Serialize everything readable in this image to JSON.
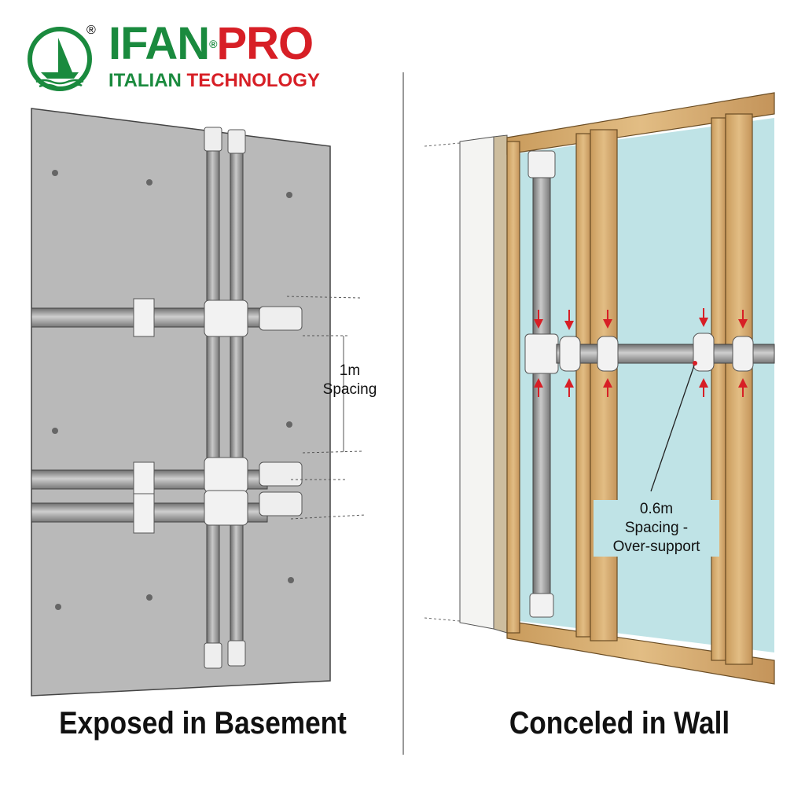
{
  "logo": {
    "brand_part1": "IFAN",
    "brand_part2": "PRO",
    "registered_mark": "®",
    "tagline_part1": "ITALIAN",
    "tagline_part2": "TECHNOLOGY",
    "colors": {
      "green": "#1a8a3e",
      "red": "#d71f26"
    }
  },
  "left_panel": {
    "caption": "Exposed in Basement",
    "spacing_value": "1m",
    "spacing_label": "Spacing"
  },
  "right_panel": {
    "caption": "Conceled in Wall",
    "spacing_value": "0.6m",
    "spacing_label": "Spacing -",
    "spacing_note": "Over-support"
  }
}
